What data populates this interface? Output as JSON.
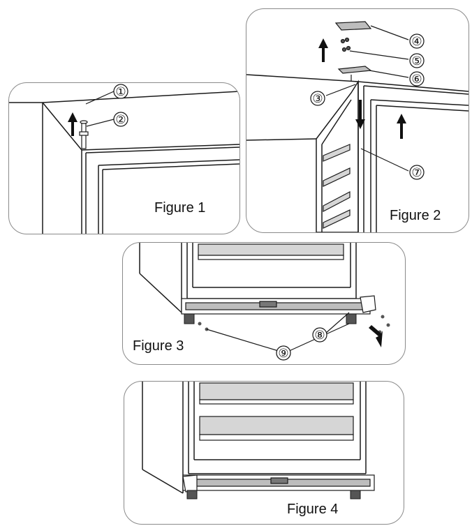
{
  "figures": [
    {
      "caption": "Figure 1",
      "callouts": [
        "①",
        "②"
      ]
    },
    {
      "caption": "Figure 2",
      "callouts": [
        "④",
        "⑤",
        "⑥",
        "③",
        "⑦"
      ]
    },
    {
      "caption": "Figure 3",
      "callouts": [
        "⑧",
        "⑨"
      ]
    },
    {
      "caption": "Figure 4",
      "callouts": []
    }
  ],
  "colors": {
    "line": "#1a1a1a",
    "frame": "#8a8a8a",
    "shade": "#bdbdbd"
  },
  "icons": [
    "up-arrow-icon",
    "down-arrow-icon",
    "diagonal-arrow-icon"
  ]
}
